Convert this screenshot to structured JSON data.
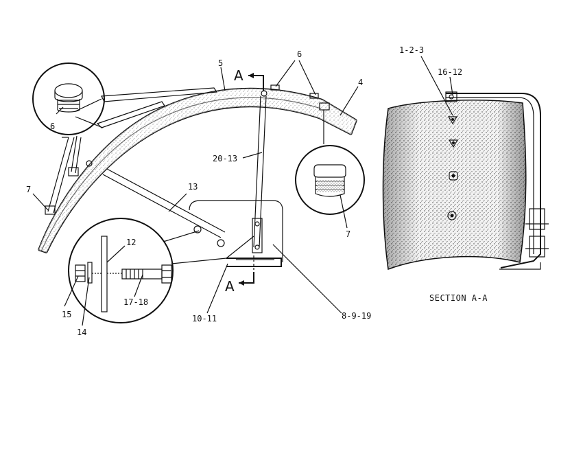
{
  "diagram": {
    "cut_markers": [
      "A",
      "A"
    ],
    "section_title": "SECTION  A-A",
    "callouts": [
      {
        "id": "c5",
        "text": "5"
      },
      {
        "id": "c6a",
        "text": "6"
      },
      {
        "id": "c6b",
        "text": "6"
      },
      {
        "id": "c4",
        "text": "4"
      },
      {
        "id": "c7a",
        "text": "7"
      },
      {
        "id": "c7b",
        "text": "7"
      },
      {
        "id": "c2013",
        "text": "20-13"
      },
      {
        "id": "c13",
        "text": "13"
      },
      {
        "id": "c12",
        "text": "12"
      },
      {
        "id": "c15",
        "text": "15"
      },
      {
        "id": "c14",
        "text": "14"
      },
      {
        "id": "c1718",
        "text": "17-18"
      },
      {
        "id": "c1011",
        "text": "10-11"
      },
      {
        "id": "c8919",
        "text": "8-9-19"
      },
      {
        "id": "c123",
        "text": "1-2-3"
      },
      {
        "id": "c1612",
        "text": "16-12"
      }
    ]
  }
}
